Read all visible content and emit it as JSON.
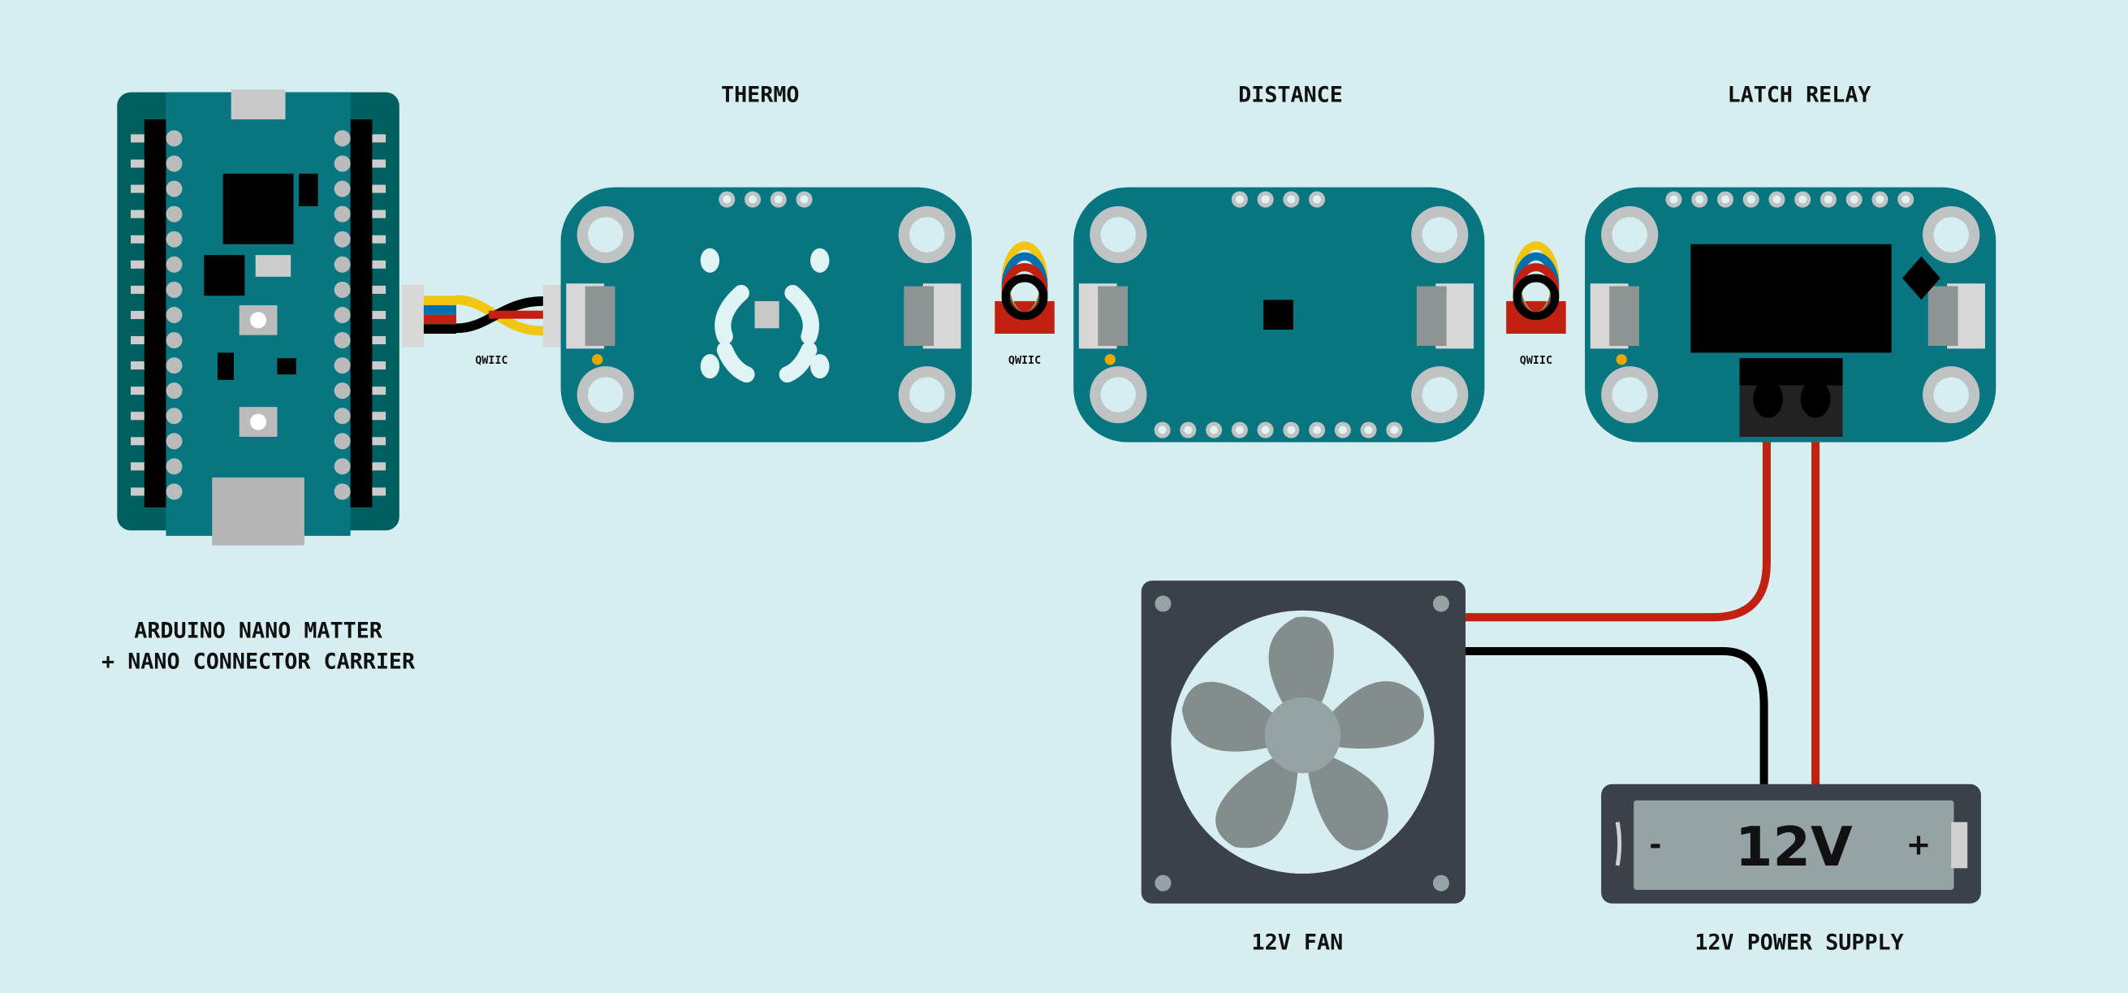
{
  "title": "Arduino Nano Matter Modulino wiring diagram",
  "colors": {
    "background": "#d6eef0",
    "board": "#077680",
    "carrier": "#005f5f",
    "wire_red": "#c22010",
    "wire_black": "#000000",
    "fan": "#3a4148"
  },
  "labels": {
    "controller_line1": "ARDUINO NANO MATTER",
    "controller_line2": "+ NANO CONNECTOR CARRIER",
    "thermo": "THERMO",
    "distance": "DISTANCE",
    "latch_relay": "LATCH RELAY",
    "qwiic1": "QWIIC",
    "qwiic2": "QWIIC",
    "qwiic3": "QWIIC",
    "fan": "12V FAN",
    "power_supply": "12V POWER SUPPLY",
    "battery_voltage": "12V",
    "battery_minus": "-",
    "battery_plus": "+"
  }
}
